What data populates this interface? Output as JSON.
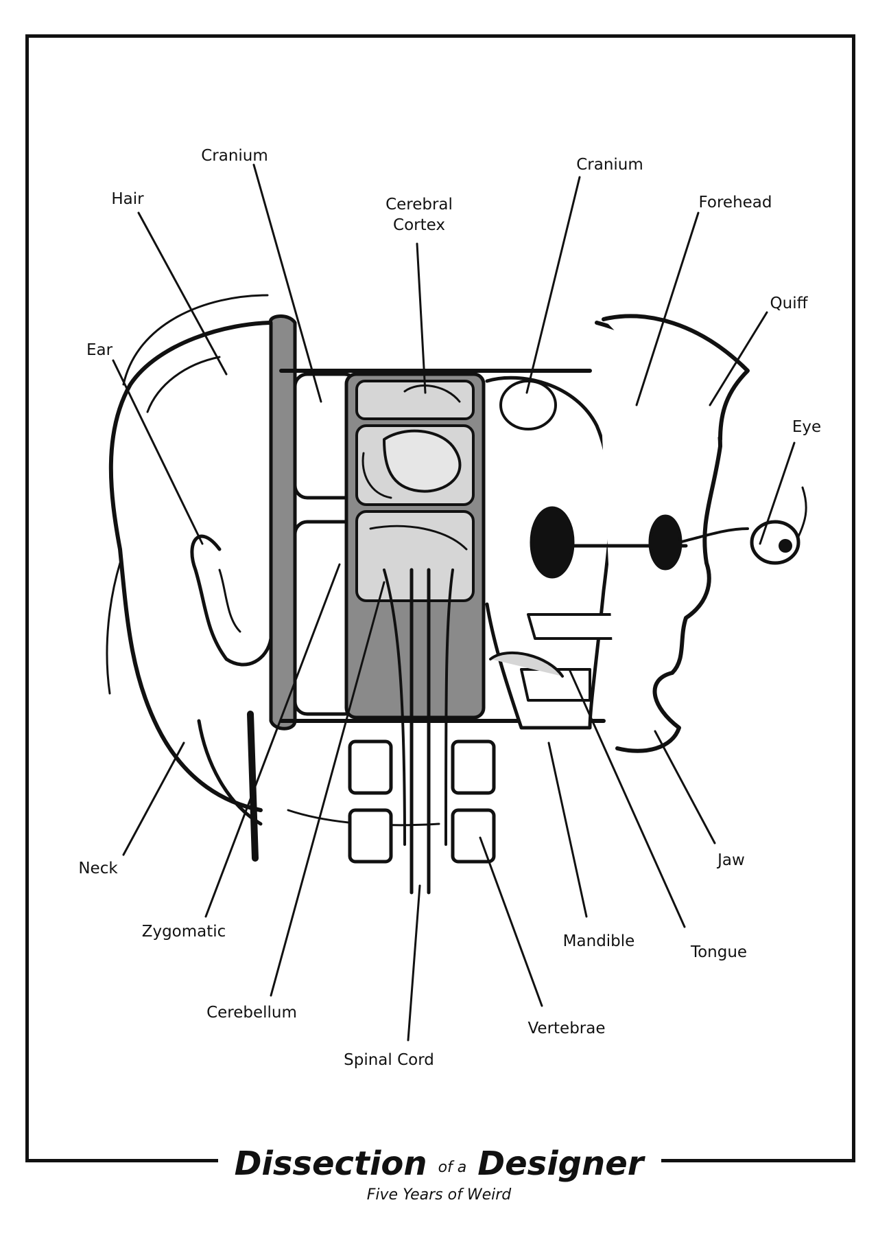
{
  "title": {
    "word1": "Dissection",
    "connector": "of a",
    "word2": "Designer",
    "subtitle": "Five Years of Weird"
  },
  "labels": {
    "cranium_left": "Cranium",
    "hair": "Hair",
    "cerebral_cortex": "Cerebral\nCortex",
    "cranium_right": "Cranium",
    "forehead": "Forehead",
    "quiff": "Quiff",
    "ear": "Ear",
    "eye": "Eye",
    "neck": "Neck",
    "jaw": "Jaw",
    "zygomatic": "Zygomatic",
    "mandible": "Mandible",
    "tongue": "Tongue",
    "cerebellum": "Cerebellum",
    "vertebrae": "Vertebrae",
    "spinal_cord": "Spinal Cord"
  },
  "colors": {
    "ink": "#111111",
    "shade": "#8a8a8a",
    "light_shade": "#d6d6d6",
    "paper": "#ffffff"
  }
}
